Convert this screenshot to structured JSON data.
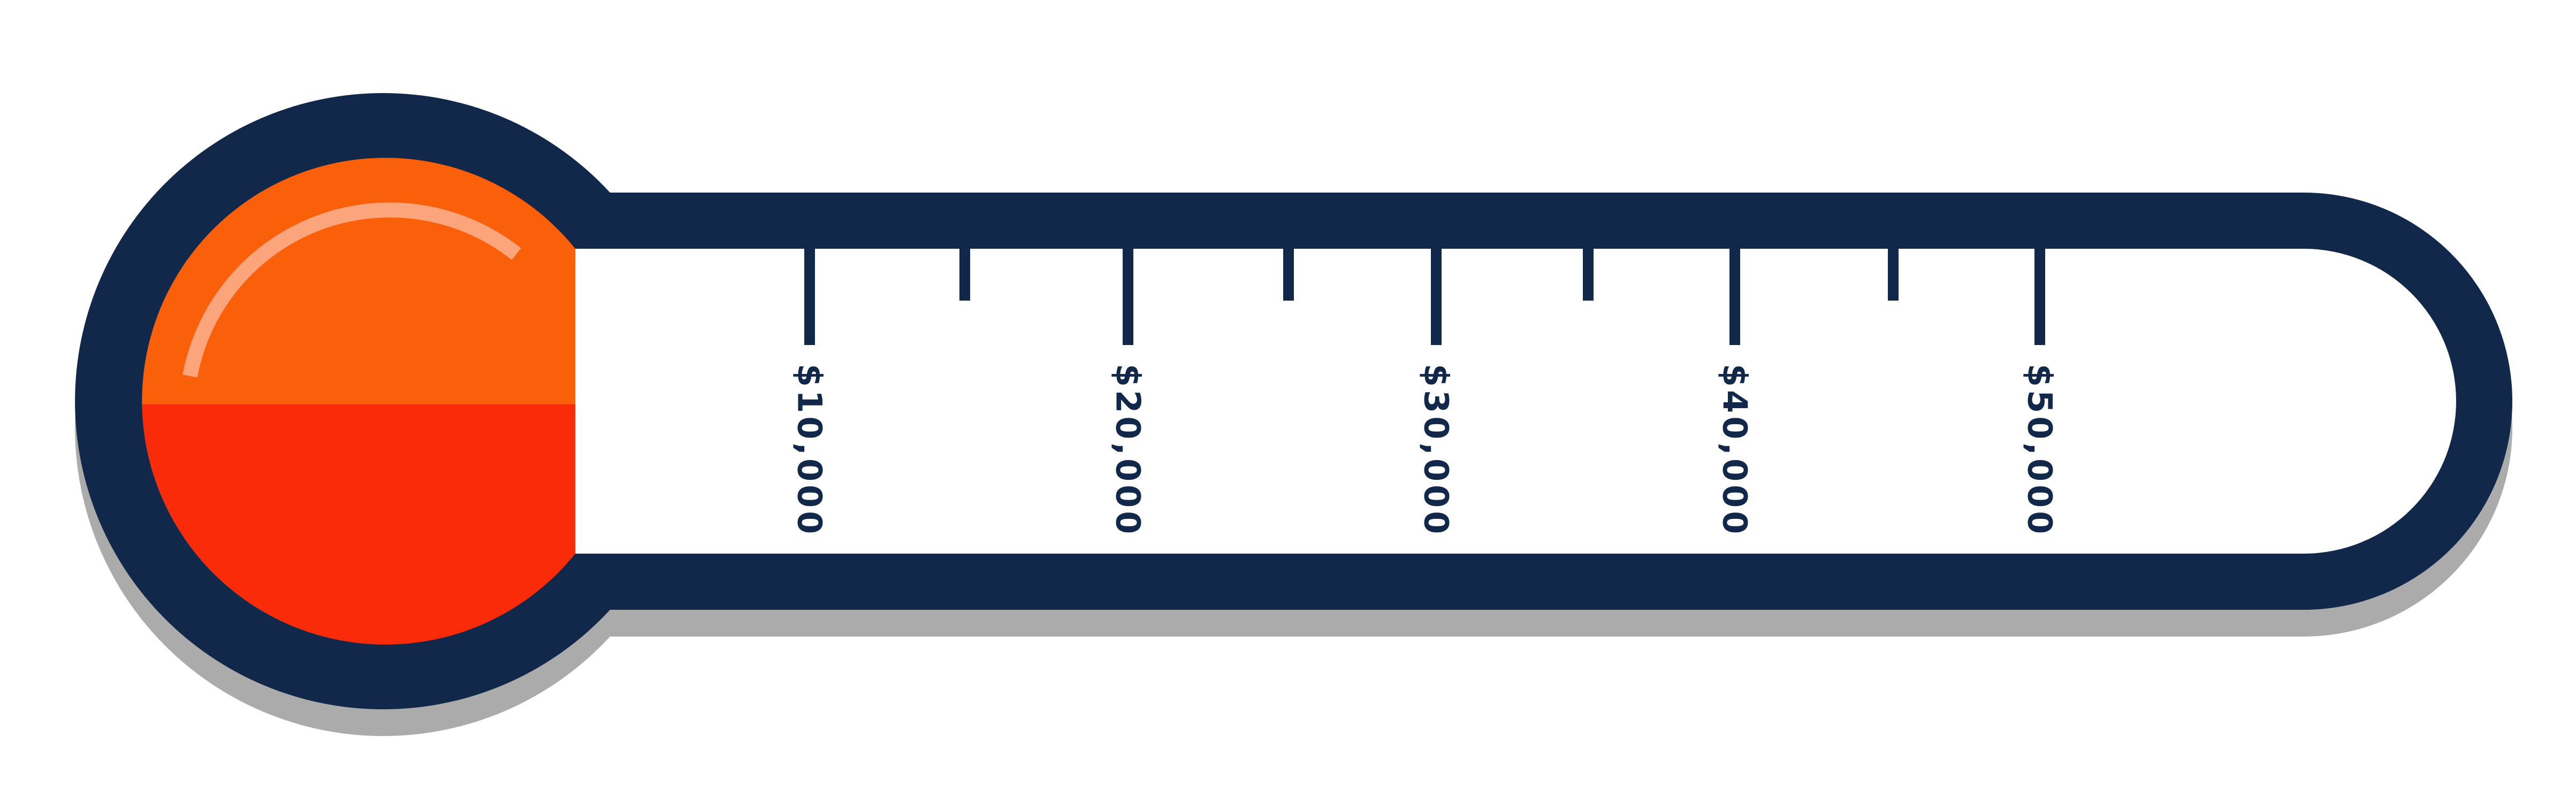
{
  "thermometer": {
    "scale_labels": [
      "$10,000",
      "$20,000",
      "$30,000",
      "$40,000",
      "$50,000"
    ],
    "fill_level": 0,
    "colors": {
      "outline": "#11284A",
      "shadow": "#ABABAB",
      "tube_interior": "#FFFFFF",
      "bulb_top": "#FA5F0A",
      "bulb_bottom": "#FA2B08",
      "highlight": "#FCA47B",
      "tick": "#11284A",
      "label": "#11284A"
    }
  }
}
